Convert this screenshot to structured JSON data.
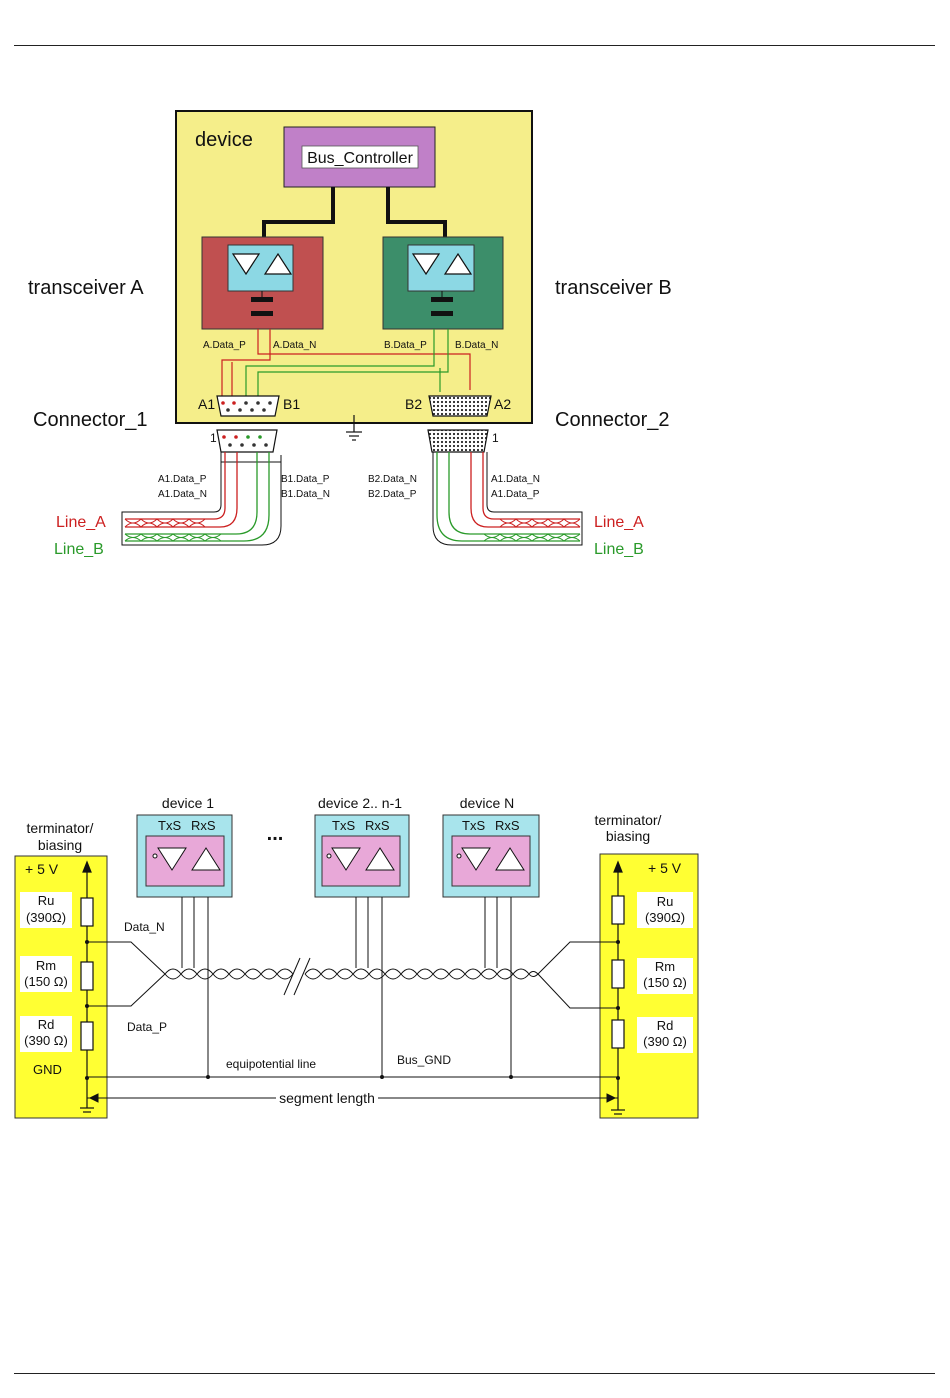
{
  "colors": {
    "yellow_box": "#f5ee8a",
    "terminator_yellow": "#ffff33",
    "purple": "#c080c8",
    "transceiver_red": "#c05050",
    "transceiver_green": "#3c8e6a",
    "cyan": "#8cd8e4",
    "pink": "#e8a8d8",
    "line_a_red": "#cc2020",
    "line_b_green": "#2a9a2a"
  },
  "diagram1": {
    "device_label": "device",
    "bus_controller": "Bus_Controller",
    "transceiver_a": "transceiver A",
    "transceiver_b": "transceiver B",
    "a_data_p": "A.Data_P",
    "a_data_n": "A.Data_N",
    "b_data_p": "B.Data_P",
    "b_data_n": "B.Data_N",
    "pin_a1": "A1",
    "pin_b1": "B1",
    "pin_b2": "B2",
    "pin_a2": "A2",
    "connector_1": "Connector_1",
    "connector_2": "Connector_2",
    "pin1_left": "1",
    "pin1_right": "1",
    "c1_a1_data_p": "A1.Data_P",
    "c1_a1_data_n": "A1.Data_N",
    "c1_b1_data_p": "B1.Data_P",
    "c1_b1_data_n": "B1.Data_N",
    "c2_b2_data_n": "B2.Data_N",
    "c2_b2_data_p": "B2.Data_P",
    "c2_a1_data_n": "A1.Data_N",
    "c2_a1_data_p": "A1.Data_P",
    "line_a_left": "Line_A",
    "line_b_left": "Line_B",
    "line_a_right": "Line_A",
    "line_b_right": "Line_B"
  },
  "diagram2": {
    "term_left": [
      "terminator/",
      "biasing"
    ],
    "term_right": [
      "terminator/",
      "biasing"
    ],
    "plus5v_left": "+ 5 V",
    "plus5v_right": "+ 5 V",
    "ru_left": [
      "Ru",
      "(390Ω)"
    ],
    "rm_left": [
      "Rm",
      "(150 Ω)"
    ],
    "rd_left": [
      "Rd",
      "(390 Ω)"
    ],
    "ru_right": [
      "Ru",
      "(390Ω)"
    ],
    "rm_right": [
      "Rm",
      "(150 Ω)"
    ],
    "rd_right": [
      "Rd",
      "(390 Ω)"
    ],
    "gnd": "GND",
    "device_1": "device 1",
    "device_mid": "device 2.. n-1",
    "device_n": "device N",
    "ellipsis": "...",
    "txs": "TxS",
    "rxs": "RxS",
    "data_n": "Data_N",
    "data_p": "Data_P",
    "equipotential": "equipotential line",
    "bus_gnd": "Bus_GND",
    "segment_length": "segment length"
  }
}
